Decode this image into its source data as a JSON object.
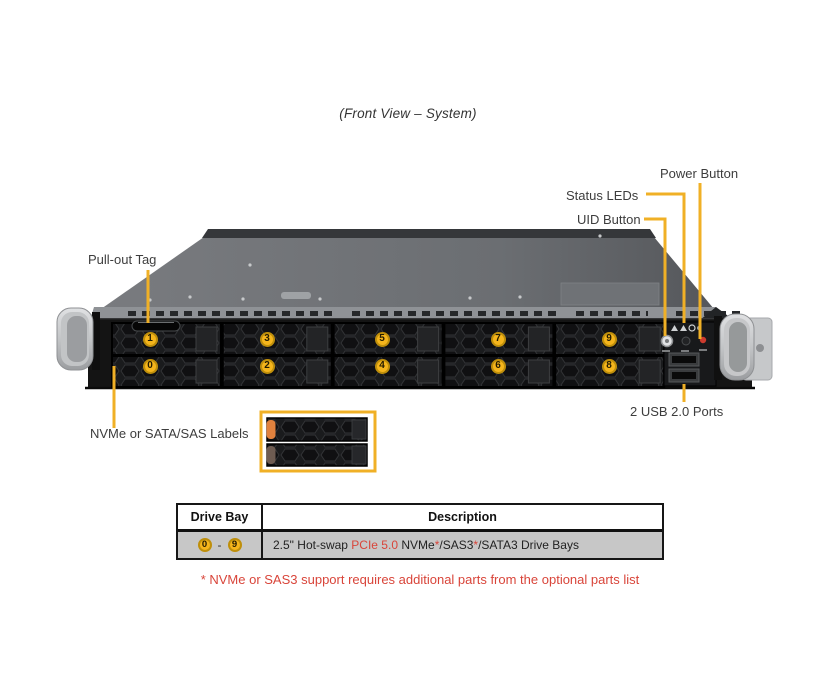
{
  "title": "(Front View – System)",
  "callouts": {
    "power_button": "Power Button",
    "status_leds": "Status LEDs",
    "uid_button": "UID Button",
    "pull_out_tag": "Pull-out Tag",
    "usb_ports": "2 USB 2.0 Ports",
    "drive_labels": "NVMe or SATA/SAS Labels"
  },
  "drive_bays": {
    "top_row": [
      "1",
      "3",
      "5",
      "7",
      "9"
    ],
    "bottom_row": [
      "0",
      "2",
      "4",
      "6",
      "8"
    ]
  },
  "table": {
    "col1_header": "Drive Bay",
    "col2_header": "Description",
    "row": {
      "bay_start": "0",
      "separator": "-",
      "bay_end": "9",
      "description_parts": [
        {
          "text": "2.5\" Hot-swap "
        },
        {
          "text": "PCIe 5.0"
        },
        {
          "text": " NVMe"
        },
        {
          "text": "*"
        },
        {
          "text": "/SAS3"
        },
        {
          "text": "*"
        },
        {
          "text": "/SATA3 Drive Bays"
        }
      ]
    }
  },
  "footnote": "* NVMe or SAS3 support requires additional parts from the optional parts list",
  "colors": {
    "callout_yellow": "#F0B026",
    "bay_circle_fill": "#F5B51C",
    "bay_circle_border": "#BF8F0B",
    "red_text": "#D9453A",
    "table_row_bg": "#C7C7C7",
    "chassis_lid": "#6E7175",
    "front_face": "#141414"
  }
}
